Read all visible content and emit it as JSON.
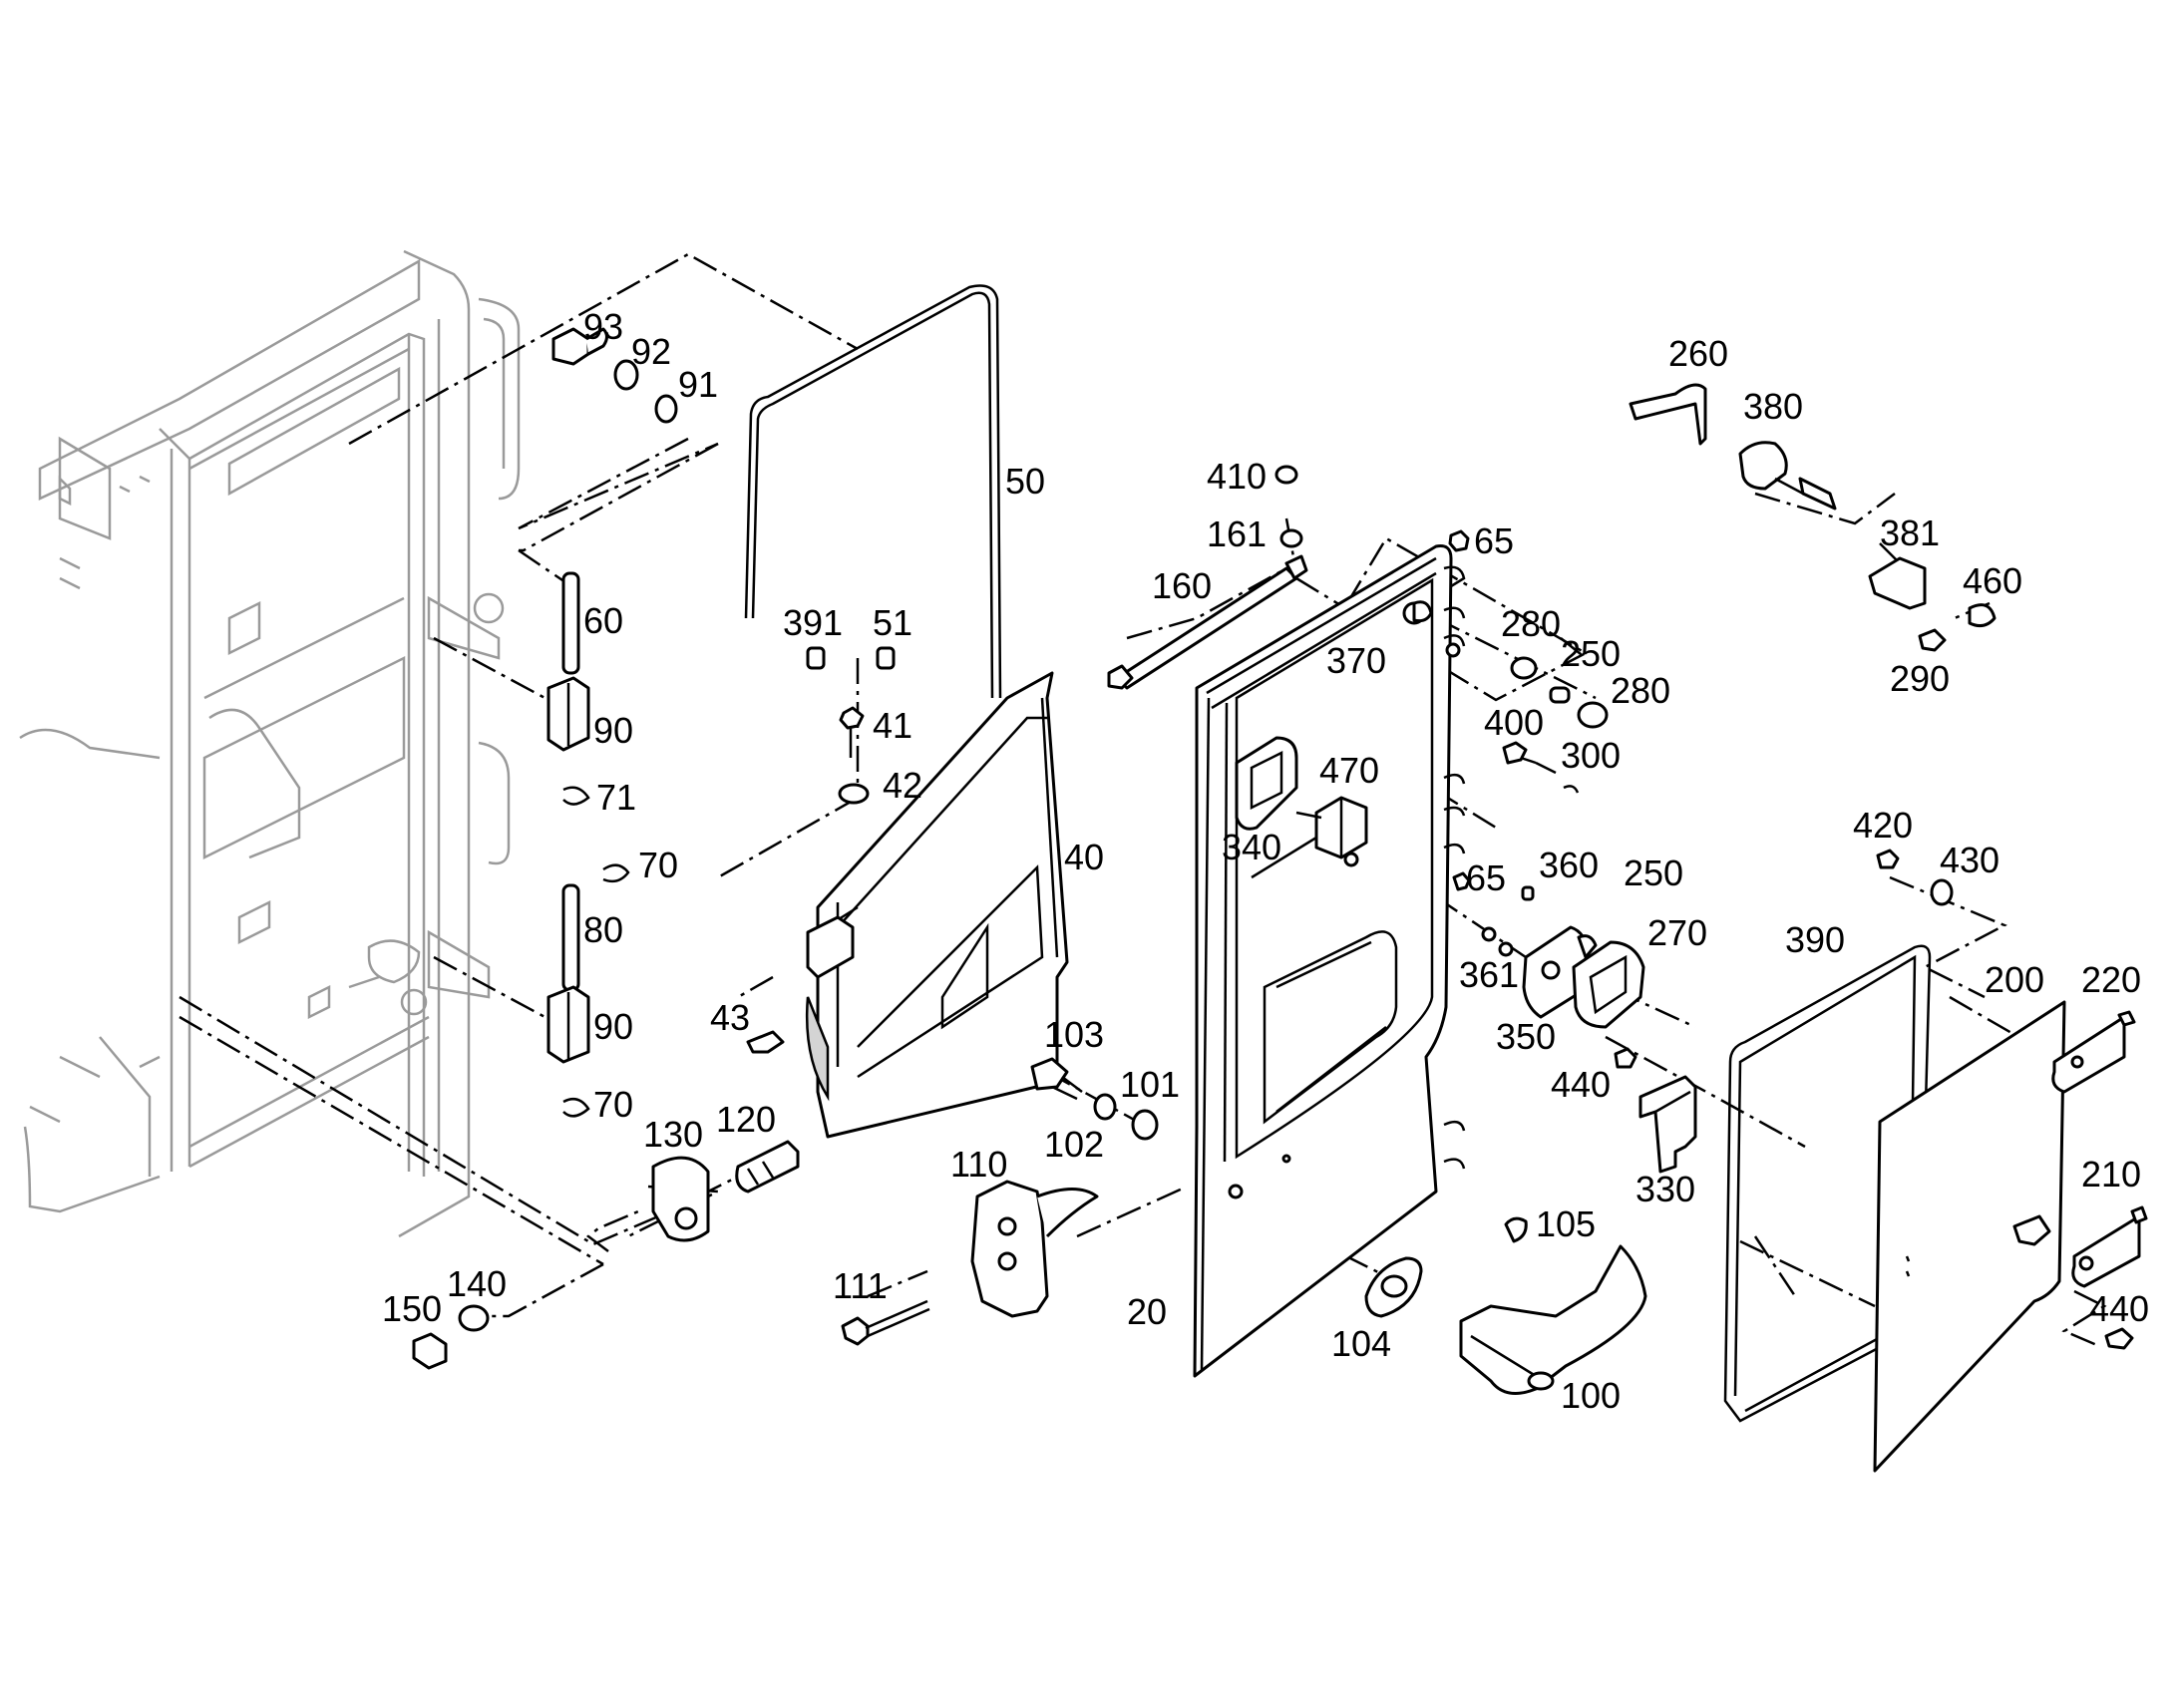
{
  "diagram": {
    "callouts": [
      {
        "id": "c-93",
        "text": "93"
      },
      {
        "id": "c-92",
        "text": "92"
      },
      {
        "id": "c-91",
        "text": "91"
      },
      {
        "id": "c-60",
        "text": "60"
      },
      {
        "id": "c-90a",
        "text": "90"
      },
      {
        "id": "c-71",
        "text": "71"
      },
      {
        "id": "c-70a",
        "text": "70"
      },
      {
        "id": "c-80",
        "text": "80"
      },
      {
        "id": "c-90b",
        "text": "90"
      },
      {
        "id": "c-70b",
        "text": "70"
      },
      {
        "id": "c-130",
        "text": "130"
      },
      {
        "id": "c-120",
        "text": "120"
      },
      {
        "id": "c-150",
        "text": "150"
      },
      {
        "id": "c-140",
        "text": "140"
      },
      {
        "id": "c-50",
        "text": "50"
      },
      {
        "id": "c-391",
        "text": "391"
      },
      {
        "id": "c-51",
        "text": "51"
      },
      {
        "id": "c-41",
        "text": "41"
      },
      {
        "id": "c-42",
        "text": "42"
      },
      {
        "id": "c-40",
        "text": "40"
      },
      {
        "id": "c-43",
        "text": "43"
      },
      {
        "id": "c-103",
        "text": "103"
      },
      {
        "id": "c-101",
        "text": "101"
      },
      {
        "id": "c-102",
        "text": "102"
      },
      {
        "id": "c-110",
        "text": "110"
      },
      {
        "id": "c-111",
        "text": "111"
      },
      {
        "id": "c-410",
        "text": "410"
      },
      {
        "id": "c-161",
        "text": "161"
      },
      {
        "id": "c-160",
        "text": "160"
      },
      {
        "id": "c-65a",
        "text": "65"
      },
      {
        "id": "c-370",
        "text": "370"
      },
      {
        "id": "c-280a",
        "text": "280"
      },
      {
        "id": "c-250a",
        "text": "250"
      },
      {
        "id": "c-280b",
        "text": "280"
      },
      {
        "id": "c-400",
        "text": "400"
      },
      {
        "id": "c-300",
        "text": "300"
      },
      {
        "id": "c-470",
        "text": "470"
      },
      {
        "id": "c-340",
        "text": "340"
      },
      {
        "id": "c-65b",
        "text": "65"
      },
      {
        "id": "c-360",
        "text": "360"
      },
      {
        "id": "c-250b",
        "text": "250"
      },
      {
        "id": "c-270",
        "text": "270"
      },
      {
        "id": "c-361",
        "text": "361"
      },
      {
        "id": "c-350",
        "text": "350"
      },
      {
        "id": "c-440a",
        "text": "440"
      },
      {
        "id": "c-330",
        "text": "330"
      },
      {
        "id": "c-20",
        "text": "20"
      },
      {
        "id": "c-104",
        "text": "104"
      },
      {
        "id": "c-105",
        "text": "105"
      },
      {
        "id": "c-100",
        "text": "100"
      },
      {
        "id": "c-260",
        "text": "260"
      },
      {
        "id": "c-380",
        "text": "380"
      },
      {
        "id": "c-381",
        "text": "381"
      },
      {
        "id": "c-460",
        "text": "460"
      },
      {
        "id": "c-290",
        "text": "290"
      },
      {
        "id": "c-420",
        "text": "420"
      },
      {
        "id": "c-430",
        "text": "430"
      },
      {
        "id": "c-390",
        "text": "390"
      },
      {
        "id": "c-200",
        "text": "200"
      },
      {
        "id": "c-220",
        "text": "220"
      },
      {
        "id": "c-210",
        "text": "210"
      },
      {
        "id": "c-440b",
        "text": "440"
      }
    ]
  }
}
